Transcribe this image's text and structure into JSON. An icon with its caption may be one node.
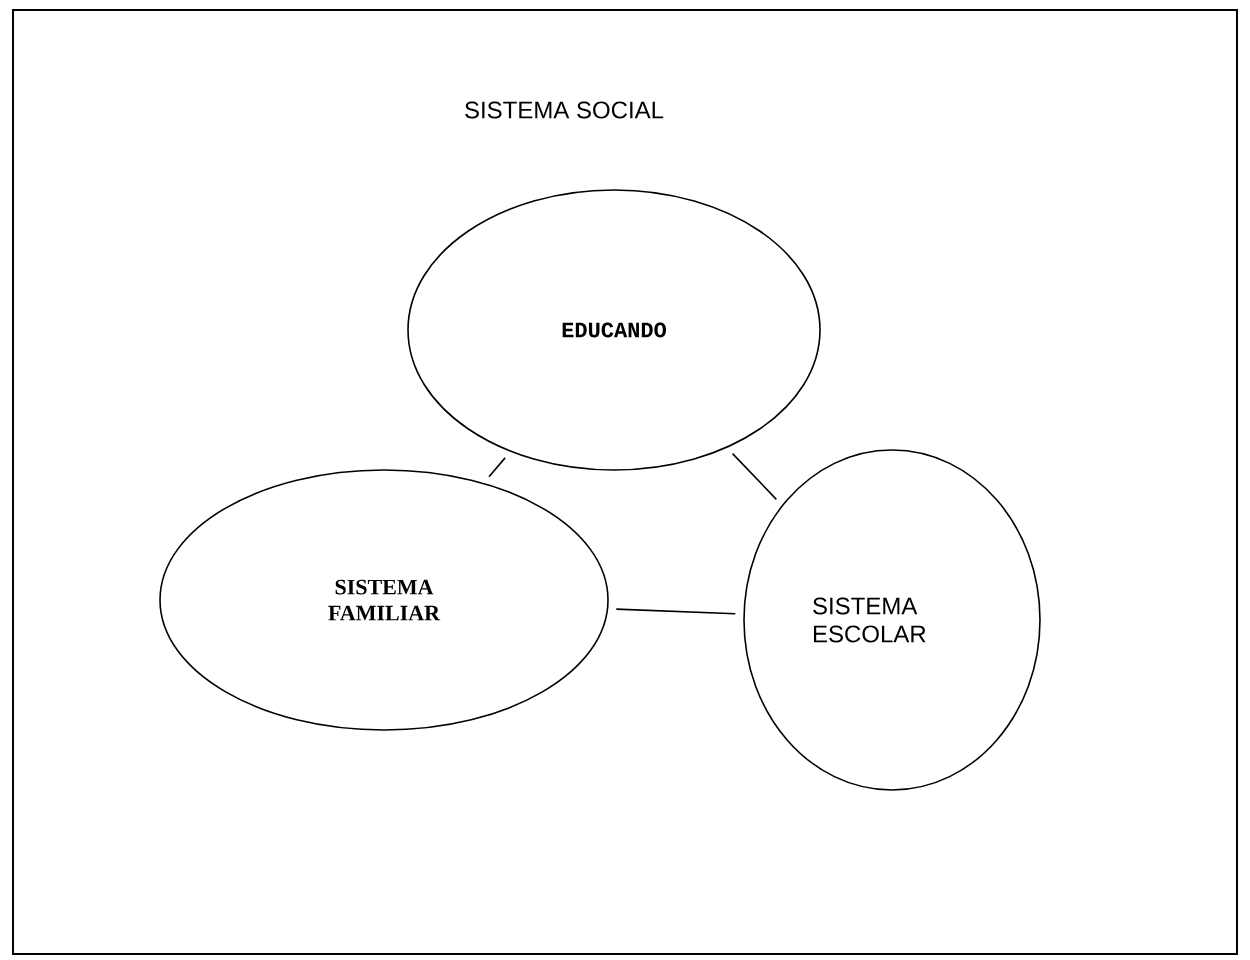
{
  "diagram": {
    "nodes": [
      {
        "text": [
          "SISTEMA SOCIAL"
        ]
      },
      {
        "text": [
          "EDUCANDO"
        ],
        "in": 0
      },
      {
        "text": [
          "SISTEMA FAMILIAR"
        ],
        "in": 0
      },
      {
        "text": [
          "SISTEMA ESCOLAR"
        ],
        "in": 0
      }
    ],
    "edges": [
      {
        "from": 1,
        "to": 2,
        "arrow": "none"
      },
      {
        "from": 1,
        "to": 3,
        "arrow": "none"
      },
      {
        "from": 2,
        "to": 3,
        "arrow": "none"
      }
    ]
  }
}
